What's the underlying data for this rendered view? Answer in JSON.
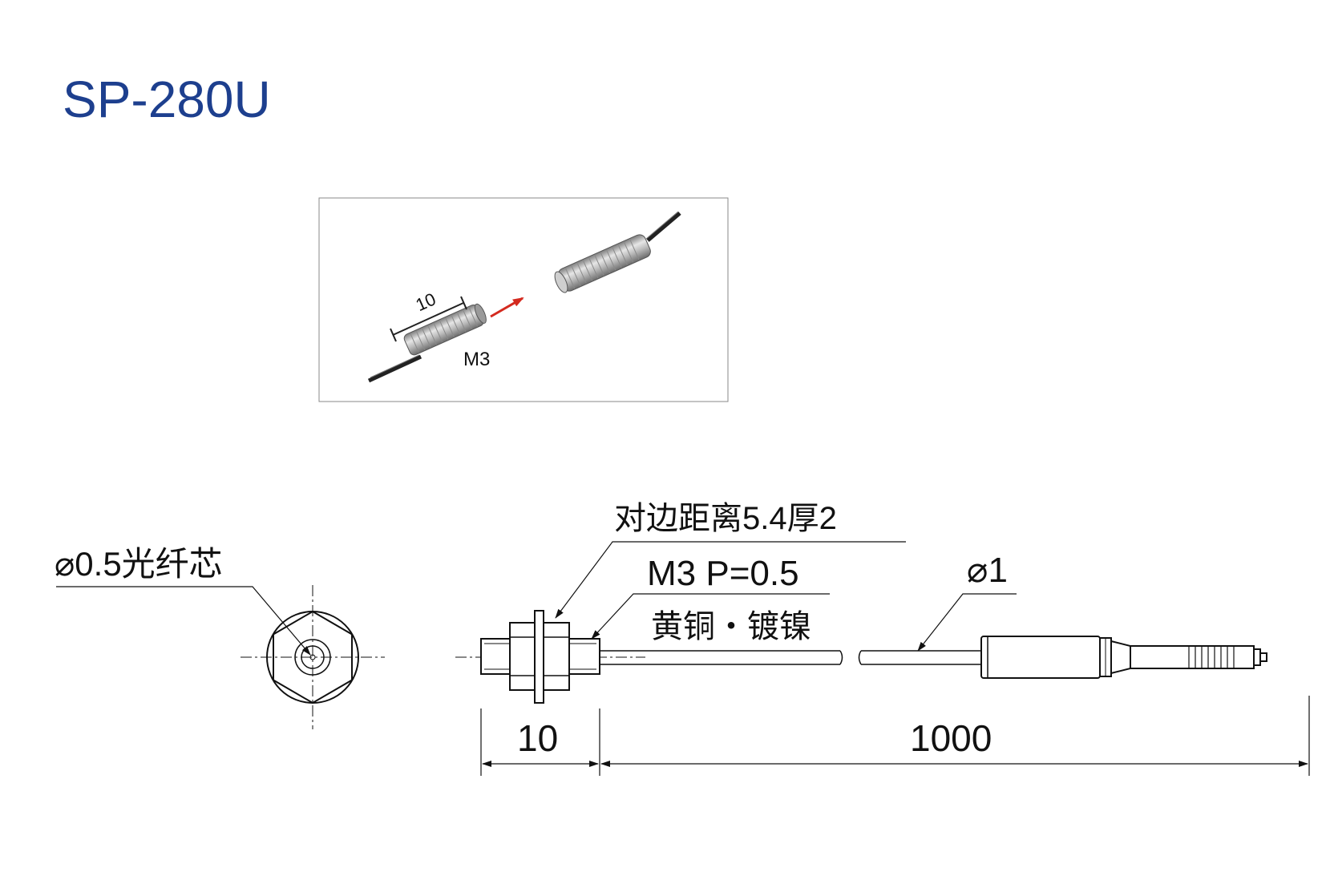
{
  "title": "SP-280U",
  "photo": {
    "dimension_label": "10",
    "thread_label": "M3",
    "arrow_color": "#d42a1f"
  },
  "diagram": {
    "core_label": "⌀0.5光纤芯",
    "hex_label": "对边距离5.4厚2",
    "thread_label": "M3 P=0.5",
    "material_label": "黄铜・镀镍",
    "cable_diameter_label": "⌀1",
    "head_length_label": "10",
    "cable_length_label": "1000"
  },
  "colors": {
    "title": "#1d3f8e",
    "lines": "#111111"
  }
}
